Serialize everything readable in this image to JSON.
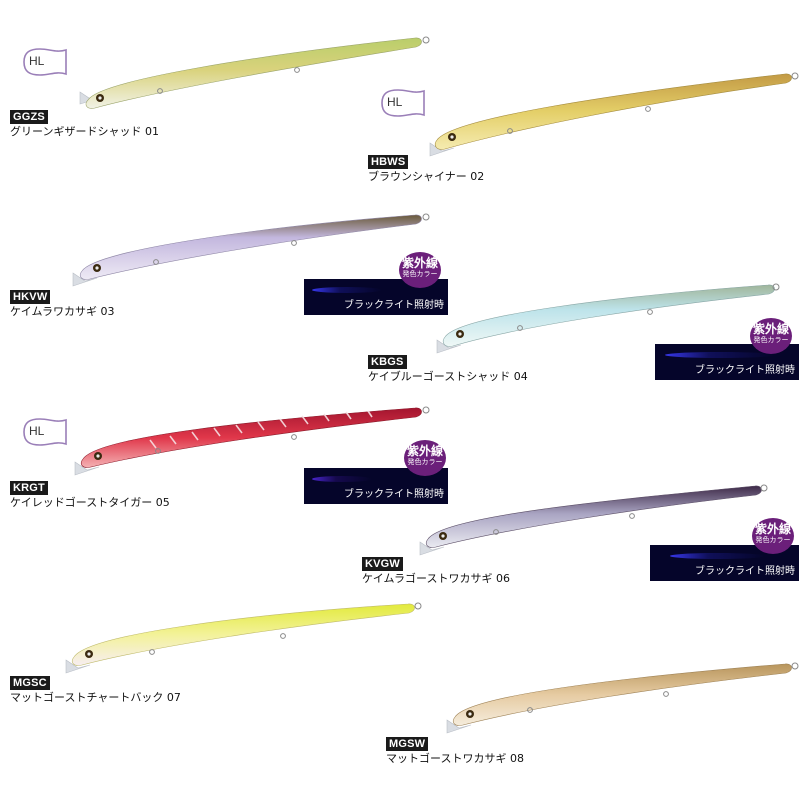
{
  "lures": [
    {
      "code": "GGZS",
      "name": "グリーンギザードシャッド 01",
      "hl": "HL",
      "colors": [
        "#a8cf8f",
        "#c9c45a",
        "#f2f3ea"
      ]
    },
    {
      "code": "HBWS",
      "name": "ブラウンシャイナー 02",
      "hl": "HL",
      "colors": [
        "#b98f3f",
        "#e5cf66",
        "#f4ecb6"
      ]
    },
    {
      "code": "HKVW",
      "name": "ケイムラワカサギ 03",
      "uv_badge": [
        "紫外線",
        "発色カラー"
      ],
      "uv_caption": "ブラックライト照射時",
      "colors": [
        "#6f5b3a",
        "#c2b6de",
        "#ece8f4"
      ]
    },
    {
      "code": "KBGS",
      "name": "ケイブルーゴーストシャッド 04",
      "uv_badge": [
        "紫外線",
        "発色カラー"
      ],
      "uv_caption": "ブラックライト照射時",
      "colors": [
        "#9ab59a",
        "#b8e2ea",
        "#eef8f6"
      ]
    },
    {
      "code": "KRGT",
      "name": "ケイレッドゴーストタイガー 05",
      "hl": "HL",
      "uv_badge": [
        "紫外線",
        "発色カラー"
      ],
      "uv_caption": "ブラックライト照射時",
      "colors": [
        "#b81a3a",
        "#e23a4c",
        "#f4a9ad"
      ]
    },
    {
      "code": "KVGW",
      "name": "ケイムラゴーストワカサギ 06",
      "uv_badge": [
        "紫外線",
        "発色カラー"
      ],
      "uv_caption": "ブラックライト照射時",
      "colors": [
        "#4a3550",
        "#a8a3c0",
        "#e9e8f0"
      ]
    },
    {
      "code": "MGSC",
      "name": "マットゴーストチャートバック 07",
      "colors": [
        "#e6ec4a",
        "#f4f39c",
        "#f7ecef"
      ]
    },
    {
      "code": "MGSW",
      "name": "マットゴーストワカサギ 08",
      "colors": [
        "#b7935a",
        "#e6caa0",
        "#f4ead9"
      ]
    }
  ]
}
